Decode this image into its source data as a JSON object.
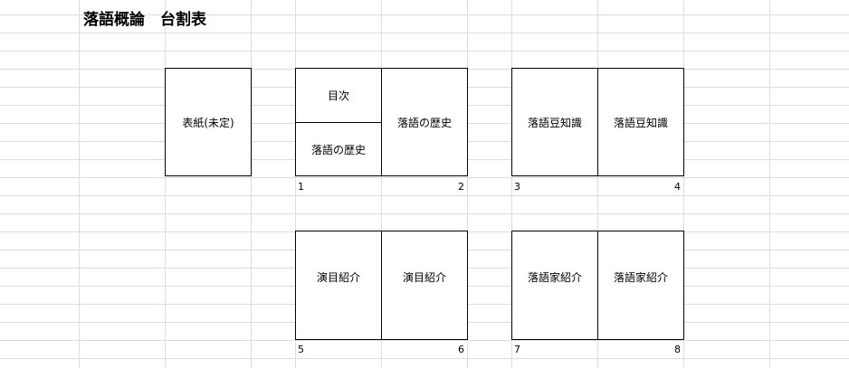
{
  "sheet_title": "落語概論　台割表",
  "cover": {
    "label": "表紙(未定)"
  },
  "spread_1": {
    "left_top": "目次",
    "left_bottom": "落語の歴史",
    "right": "落語の歴史",
    "left_page": "1",
    "right_page": "2"
  },
  "spread_2": {
    "left": "落語豆知識",
    "right": "落語豆知識",
    "left_page": "3",
    "right_page": "4"
  },
  "spread_3": {
    "left": "演目紹介",
    "right": "演目紹介",
    "left_page": "5",
    "right_page": "6"
  },
  "spread_4": {
    "left": "落語家紹介",
    "right": "落語家紹介",
    "left_page": "7",
    "right_page": "8"
  }
}
